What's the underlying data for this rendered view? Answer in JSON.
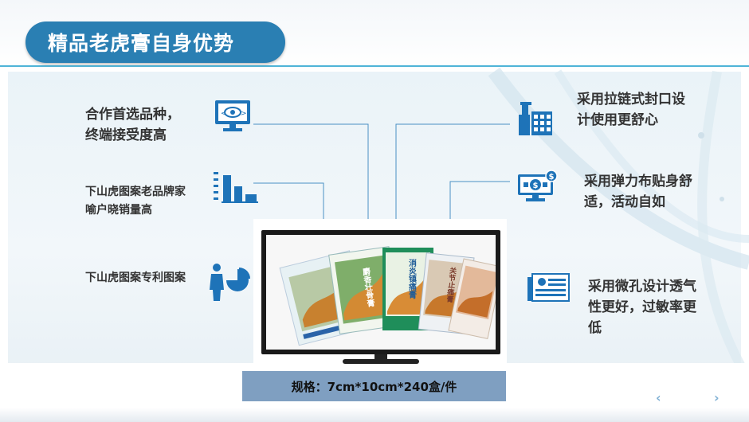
{
  "title": "精品老虎膏自身优势",
  "features_left": [
    {
      "text": "合作首选品种，终端接受度高",
      "icon": "monitor-eye-icon"
    },
    {
      "text": "下山虎图案老品牌家喻户晓销量高",
      "icon": "bar-chart-icon"
    },
    {
      "text": "下山虎图案专利图案",
      "icon": "presenter-pie-chart-icon"
    }
  ],
  "features_right": [
    {
      "text": "采用拉链式封口设计使用更舒心",
      "icon": "factory-building-icon"
    },
    {
      "text": "采用弹力布贴身舒适，活动自如",
      "icon": "monitor-dollar-icon"
    },
    {
      "text": "采用微孔设计透气性更好，过敏率更低",
      "icon": "document-stack-icon"
    }
  ],
  "product_pack_texts": [
    "消炎镇痛膏",
    "麝香壮骨膏",
    "关节止痛膏"
  ],
  "spec": "规格：7cm*10cm*240盒/件",
  "colors": {
    "title_bg": "#2a7fb3",
    "icon_blue": "#1e73b8",
    "spec_bg": "#7f9fc1",
    "accent_line": "#4fb4d8"
  }
}
